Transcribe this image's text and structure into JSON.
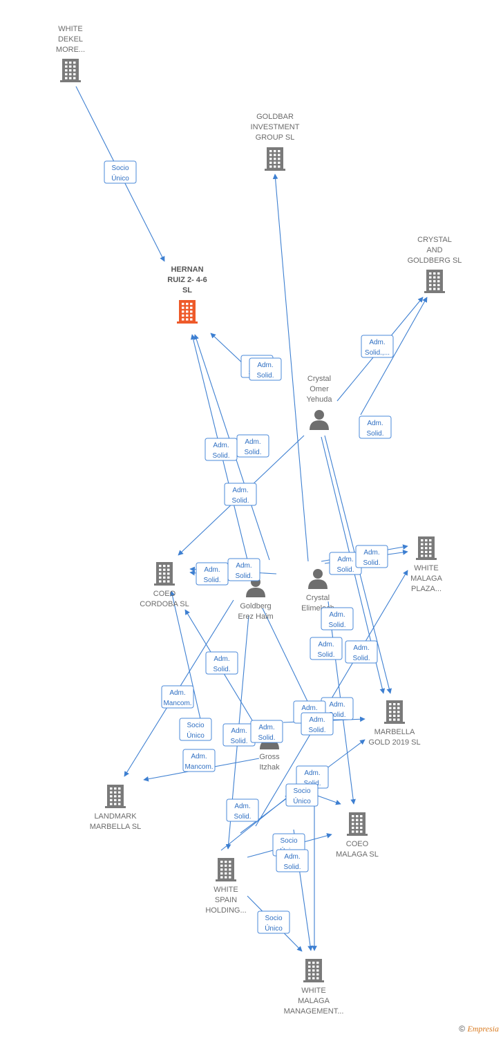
{
  "colors": {
    "edge": "#3d7fd1",
    "company": "#7a7a7a",
    "main_company": "#ee5a2a",
    "person": "#6e6e6e"
  },
  "nodes": [
    {
      "id": "white_dekel",
      "type": "company",
      "label": [
        "WHITE",
        "DEKEL",
        "MORE..."
      ]
    },
    {
      "id": "goldbar",
      "type": "company",
      "label": [
        "GOLDBAR",
        "INVESTMENT",
        "GROUP  SL"
      ]
    },
    {
      "id": "crystal_goldberg",
      "type": "company",
      "label": [
        "CRYSTAL",
        "AND",
        "GOLDBERG  SL"
      ]
    },
    {
      "id": "hernan",
      "type": "main",
      "label": [
        "HERNAN",
        "RUIZ 2- 4-6",
        "SL"
      ]
    },
    {
      "id": "crystal_omer",
      "type": "person",
      "label": [
        "Crystal",
        "Omer",
        "Yehuda"
      ]
    },
    {
      "id": "white_malaga_plaza",
      "type": "company",
      "label": [
        "WHITE",
        "MALAGA",
        "PLAZA..."
      ]
    },
    {
      "id": "coeo_cordoba",
      "type": "company",
      "label": [
        "COEO",
        "CORDOBA  SL"
      ]
    },
    {
      "id": "goldberg_erez",
      "type": "person",
      "label": [
        "Goldberg",
        "Erez Haim"
      ]
    },
    {
      "id": "crystal_elimelech",
      "type": "person",
      "label": [
        "Crystal",
        "Elimelech"
      ]
    },
    {
      "id": "marbella_gold",
      "type": "company",
      "label": [
        "MARBELLA",
        "GOLD 2019  SL"
      ]
    },
    {
      "id": "gross_itzhak",
      "type": "person",
      "label": [
        "Gross",
        "Itzhak"
      ]
    },
    {
      "id": "landmark",
      "type": "company",
      "label": [
        "LANDMARK",
        "MARBELLA  SL"
      ]
    },
    {
      "id": "coeo_malaga",
      "type": "company",
      "label": [
        "COEO",
        "MALAGA  SL"
      ]
    },
    {
      "id": "white_spain",
      "type": "company",
      "label": [
        "WHITE",
        "SPAIN",
        "HOLDING..."
      ]
    },
    {
      "id": "white_malaga_mgmt",
      "type": "company",
      "label": [
        "WHITE",
        "MALAGA",
        "MANAGEMENT..."
      ]
    }
  ],
  "edges": [
    {
      "label": [
        "Socio",
        "Único"
      ]
    },
    {
      "label": [
        "Adm.",
        "Solid."
      ]
    },
    {
      "label": [
        "Adm.",
        "Solid.,..."
      ]
    },
    {
      "label": [
        "Adm.",
        "Solid."
      ]
    },
    {
      "label": [
        "Adm.",
        "Solid."
      ]
    },
    {
      "label": [
        "Adm.",
        "Solid."
      ]
    },
    {
      "label": [
        "Adm.",
        "Solid."
      ]
    },
    {
      "label": [
        "Adm.",
        "Solid."
      ]
    },
    {
      "label": [
        "Adm.",
        "Solid."
      ]
    },
    {
      "label": [
        "Adm.",
        "Solid."
      ]
    },
    {
      "label": [
        "Adm.",
        "Solid."
      ]
    },
    {
      "label": [
        "Adm.",
        "Solid."
      ]
    },
    {
      "label": [
        "Adm.",
        "Solid."
      ]
    },
    {
      "label": [
        "Adm.",
        "Solid."
      ]
    },
    {
      "label": [
        "Adm.",
        "Solid."
      ]
    },
    {
      "label": [
        "Adm.",
        "Mancom."
      ]
    },
    {
      "label": [
        "Adm.",
        "Mancom."
      ]
    },
    {
      "label": [
        "Socio",
        "Único"
      ]
    },
    {
      "label": [
        "Adm.",
        "Solid."
      ]
    },
    {
      "label": [
        "Adm.",
        "Solid."
      ]
    },
    {
      "label": [
        "Adm.",
        "Solid."
      ]
    },
    {
      "label": [
        "Adm.",
        "Solid."
      ]
    },
    {
      "label": [
        "Adm.",
        "Solid."
      ]
    },
    {
      "label": [
        "Adm.",
        "Solid."
      ]
    },
    {
      "label": [
        "Socio",
        "Único"
      ]
    },
    {
      "label": [
        "Adm.",
        "Solid."
      ]
    },
    {
      "label": [
        "Socio",
        "Único"
      ]
    },
    {
      "label": [
        "Adm.",
        "Solid."
      ]
    },
    {
      "label": [
        "Socio",
        "Único"
      ]
    },
    {
      "label": [
        "Adm.",
        "Solid."
      ]
    }
  ],
  "footer": {
    "copyright": "©",
    "brand": "Empresia"
  }
}
